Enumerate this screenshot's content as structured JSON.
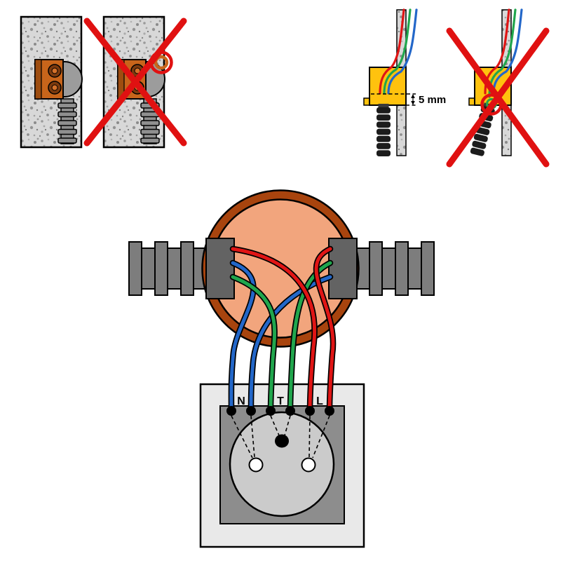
{
  "diagram": {
    "labels": {
      "measurement": "5 mm",
      "terminal_neutral": "N",
      "terminal_earth": "T",
      "terminal_live": "L"
    },
    "colors": {
      "wire_red": "#e01515",
      "wire_green": "#21a64d",
      "wire_blue": "#2367c9",
      "error_red": "#e01111",
      "box_yellow": "#ffc20e",
      "junction_fill": "#f2a57d",
      "junction_border": "#a8440e",
      "terminal_orange": "#c8651b"
    }
  }
}
